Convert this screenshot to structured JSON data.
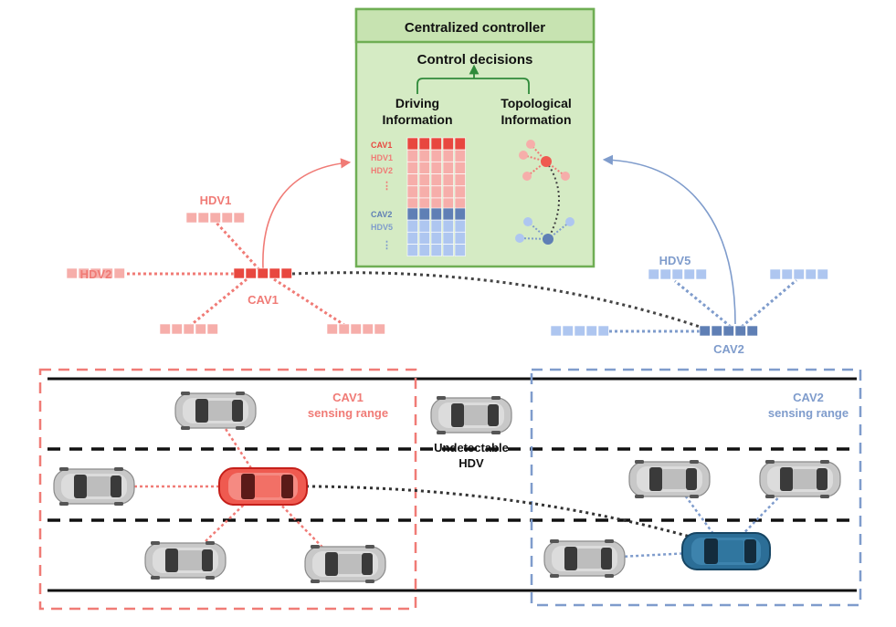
{
  "controller": {
    "title": "Centralized controller",
    "decisions": "Control decisions",
    "driving_line1": "Driving",
    "driving_line2": "Information",
    "topo_line1": "Topological",
    "topo_line2": "Information",
    "rows_red": [
      "CAV1",
      "HDV1",
      "HDV2"
    ],
    "rows_blue": [
      "CAV2",
      "HDV5"
    ],
    "dots_symbol": "⋮"
  },
  "graph": {
    "hdv1": "HDV1",
    "hdv2": "HDV2",
    "cav1": "CAV1",
    "hdv5": "HDV5",
    "cav2": "CAV2"
  },
  "road": {
    "cav1_range_line1": "CAV1",
    "cav1_range_line2": "sensing range",
    "cav2_range_line1": "CAV2",
    "cav2_range_line2": "sensing range",
    "undetectable_line1": "Undetectable",
    "undetectable_line2": "HDV"
  },
  "colors": {
    "red": "#f07b76",
    "red_light": "#f6aeaa",
    "red_dark": "#e8473f",
    "blue": "#7f9ccc",
    "blue_light": "#aec6f0",
    "blue_dark": "#5f7fb5",
    "panel_fill": "#d5ebc4",
    "panel_border": "#6fae54",
    "car_red": "#e8433a",
    "car_blue": "#1f5f86"
  },
  "icons": [
    "car-icon",
    "arrow-up-icon"
  ]
}
